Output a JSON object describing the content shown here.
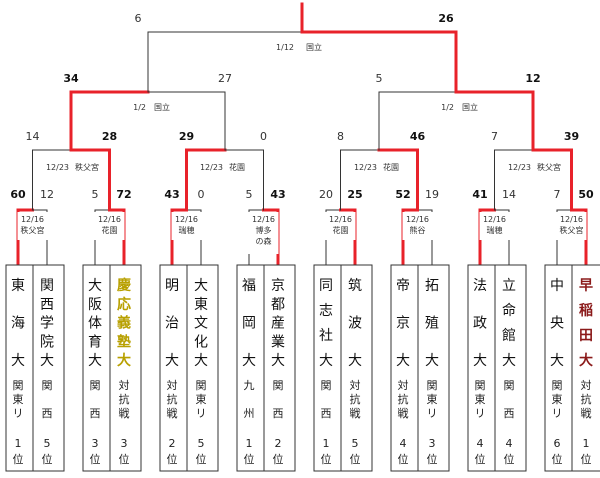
{
  "rounds": {
    "final": {
      "score_left": "6",
      "score_right": "26",
      "winner_side": "right",
      "date": "1/12",
      "venue": "国立"
    },
    "semi_left": {
      "score_left": "34",
      "score_right": "27",
      "winner_side": "left",
      "date": "1/2",
      "venue": "国立"
    },
    "semi_right": {
      "score_left": "5",
      "score_right": "12",
      "winner_side": "right",
      "date": "1/2",
      "venue": "国立"
    },
    "quarters": [
      {
        "score_left": "14",
        "score_right": "28",
        "winner_side": "right",
        "date": "12/23",
        "venue": "秩父宮"
      },
      {
        "score_left": "29",
        "score_right": "0",
        "winner_side": "left",
        "date": "12/23",
        "venue": "花園"
      },
      {
        "score_left": "8",
        "score_right": "46",
        "winner_side": "right",
        "date": "12/23",
        "venue": "花園"
      },
      {
        "score_left": "7",
        "score_right": "39",
        "winner_side": "right",
        "date": "12/23",
        "venue": "秩父宮"
      }
    ],
    "first": [
      {
        "score_left": "60",
        "score_right": "12",
        "winner_side": "left",
        "date": "12/16",
        "venue": [
          "秩父宮"
        ]
      },
      {
        "score_left": "5",
        "score_right": "72",
        "winner_side": "right",
        "date": "12/16",
        "venue": [
          "花園"
        ]
      },
      {
        "score_left": "43",
        "score_right": "0",
        "winner_side": "left",
        "date": "12/16",
        "venue": [
          "瑞穂"
        ]
      },
      {
        "score_left": "5",
        "score_right": "43",
        "winner_side": "right",
        "date": "12/16",
        "venue": [
          "博多",
          "の森"
        ]
      },
      {
        "score_left": "20",
        "score_right": "25",
        "winner_side": "right",
        "date": "12/16",
        "venue": [
          "花園"
        ]
      },
      {
        "score_left": "52",
        "score_right": "19",
        "winner_side": "left",
        "date": "12/16",
        "venue": [
          "熊谷"
        ]
      },
      {
        "score_left": "41",
        "score_right": "14",
        "winner_side": "left",
        "date": "12/16",
        "venue": [
          "瑞穂"
        ]
      },
      {
        "score_left": "7",
        "score_right": "50",
        "winner_side": "right",
        "date": "12/16",
        "venue": [
          "秩父宮"
        ]
      }
    ]
  },
  "teams": [
    {
      "name": "東海大",
      "league": "関東リ",
      "rank": "1位",
      "style": "normal"
    },
    {
      "name": "関西学院大",
      "league": "関西",
      "rank": "5位",
      "style": "normal"
    },
    {
      "name": "大阪体育大",
      "league": "関西",
      "rank": "3位",
      "style": "normal"
    },
    {
      "name": "慶応義塾大",
      "league": "対抗戦",
      "rank": "3位",
      "style": "gold"
    },
    {
      "name": "明治大",
      "league": "対抗戦",
      "rank": "2位",
      "style": "normal"
    },
    {
      "name": "大東文化大",
      "league": "関東リ",
      "rank": "5位",
      "style": "normal"
    },
    {
      "name": "福岡大",
      "league": "九州",
      "rank": "1位",
      "style": "normal"
    },
    {
      "name": "京都産業大",
      "league": "関西",
      "rank": "2位",
      "style": "normal"
    },
    {
      "name": "同志社大",
      "league": "関西",
      "rank": "1位",
      "style": "normal"
    },
    {
      "name": "筑波大",
      "league": "対抗戦",
      "rank": "5位",
      "style": "normal"
    },
    {
      "name": "帝京大",
      "league": "対抗戦",
      "rank": "4位",
      "style": "normal"
    },
    {
      "name": "拓殖大",
      "league": "関東リ",
      "rank": "3位",
      "style": "normal"
    },
    {
      "name": "法政大",
      "league": "関東リ",
      "rank": "4位",
      "style": "normal"
    },
    {
      "name": "立命館大",
      "league": "関西",
      "rank": "4位",
      "style": "normal"
    },
    {
      "name": "中央大",
      "league": "関東リ",
      "rank": "6位",
      "style": "normal"
    },
    {
      "name": "早稲田大",
      "league": "対抗戦",
      "rank": "1位",
      "style": "crimson"
    }
  ],
  "colors": {
    "win": "#e8222a",
    "line": "#333333",
    "gold": "#b8a000",
    "crimson": "#8b1a1a"
  }
}
